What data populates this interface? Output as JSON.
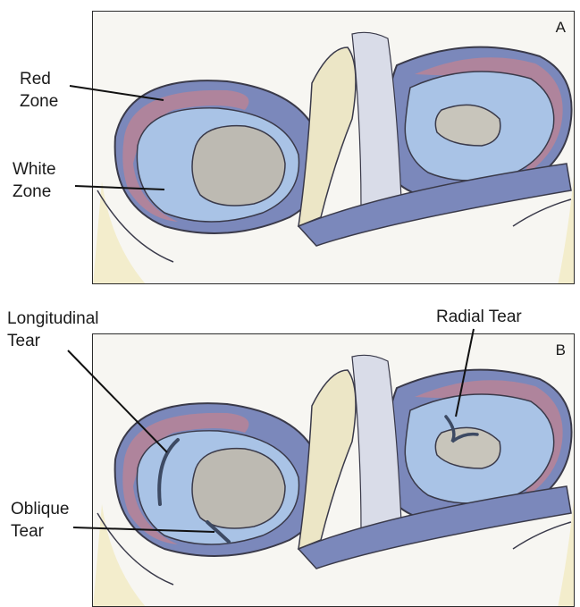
{
  "panels": [
    {
      "letter": "A"
    },
    {
      "letter": "B"
    }
  ],
  "labels": {
    "red_zone": [
      "Red",
      "Zone"
    ],
    "white_zone": [
      "White",
      "Zone"
    ],
    "longitudinal_tear": [
      "Longitudinal",
      "Tear"
    ],
    "radial_tear": [
      "Radial Tear"
    ],
    "oblique_tear": [
      "Oblique",
      "Tear"
    ]
  },
  "colors": {
    "meniscus_blue": "#a9c3e6",
    "meniscus_rim": "#6f7fb3",
    "red_zone": "#b98496",
    "cartilage": "#bdbab2",
    "bone": "#f3edcc",
    "ligament": "#d9dce8",
    "outline": "#3a3a4a"
  }
}
